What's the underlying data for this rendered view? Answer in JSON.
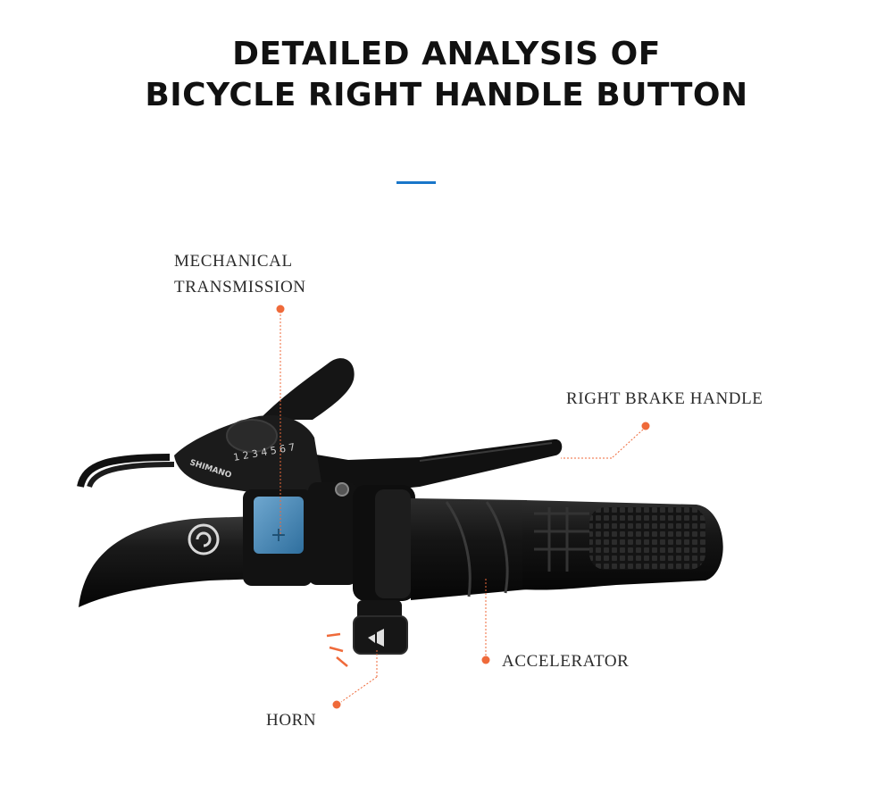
{
  "title": {
    "line1": "DETAILED ANALYSIS OF",
    "line2": "BICYCLE RIGHT HANDLE BUTTON"
  },
  "colors": {
    "accent_bar": "#1976c9",
    "callout": "#ef6a3a",
    "label_text": "#2b2b2b"
  },
  "callouts": {
    "mechanical_transmission": {
      "line1": "MECHANICAL",
      "line2": "TRANSMISSION"
    },
    "right_brake_handle": "RIGHT BRAKE HANDLE",
    "accelerator": "ACCELERATOR",
    "horn": "HORN"
  },
  "photo": {
    "shifter_brand": "SHIMANO",
    "gear_scale": "1 2 3 4 5 6 7"
  }
}
